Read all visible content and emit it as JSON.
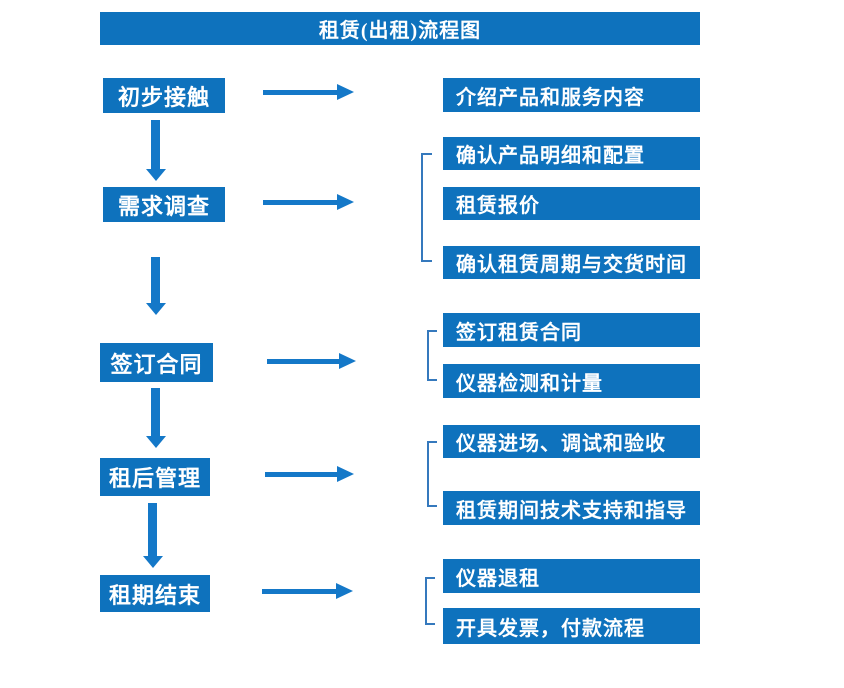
{
  "title": "租赁(出租)流程图",
  "steps": [
    {
      "label": "初步接触",
      "outputs": [
        "介绍产品和服务内容"
      ]
    },
    {
      "label": "需求调查",
      "outputs": [
        "确认产品明细和配置",
        "租赁报价",
        "确认租赁周期与交货时间"
      ]
    },
    {
      "label": "签订合同",
      "outputs": [
        "签订租赁合同",
        "仪器检测和计量"
      ]
    },
    {
      "label": "租后管理",
      "outputs": [
        "仪器进场、调试和验收",
        "租赁期间技术支持和指导"
      ]
    },
    {
      "label": "租期结束",
      "outputs": [
        "仪器退租",
        "开具发票，付款流程"
      ]
    }
  ],
  "colors": {
    "box_blue": "#0e72bd",
    "arrow_blue": "#1478c8",
    "bracket_blue": "#3579bd",
    "text_white": "#ffffff",
    "background": "#ffffff"
  }
}
